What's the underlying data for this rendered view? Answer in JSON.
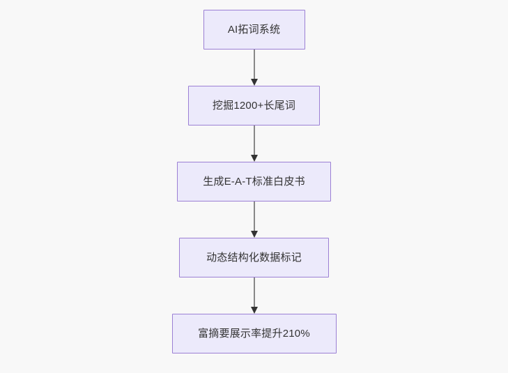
{
  "diagram": {
    "type": "flowchart",
    "direction": "top-to-bottom",
    "background_color": "#f8f8f8",
    "node_fill_color": "#eceafb",
    "node_border_color": "#9b7fd4",
    "node_text_color": "#333333",
    "connector_line_color": "#888888",
    "connector_arrow_color": "#333333",
    "nodes": [
      {
        "id": "n1",
        "label": "AI拓词系统"
      },
      {
        "id": "n2",
        "label": "挖掘1200+长尾词"
      },
      {
        "id": "n3",
        "label": "生成E-A-T标准白皮书"
      },
      {
        "id": "n4",
        "label": "动态结构化数据标记"
      },
      {
        "id": "n5",
        "label": "富摘要展示率提升210%"
      }
    ],
    "edges": [
      {
        "from": "n1",
        "to": "n2",
        "label": ""
      },
      {
        "from": "n2",
        "to": "n3",
        "label": ""
      },
      {
        "from": "n3",
        "to": "n4",
        "label": ""
      },
      {
        "from": "n4",
        "to": "n5",
        "label": ""
      }
    ]
  }
}
